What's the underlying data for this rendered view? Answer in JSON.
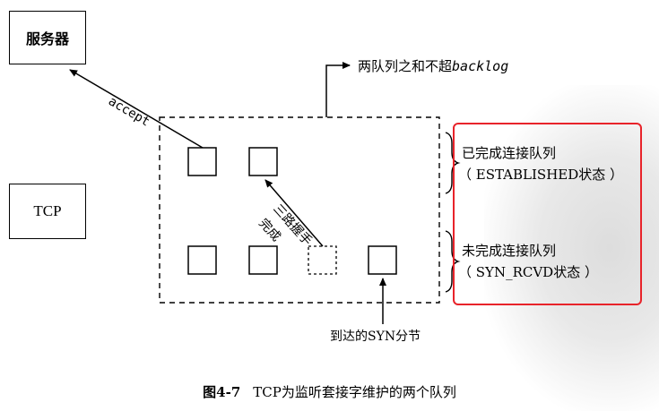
{
  "server_label": "服务器",
  "tcp_label": "TCP",
  "accept_label": "accept",
  "backlog_prefix": "两队列之和不超",
  "backlog_word": "backlog",
  "handshake_label_1": "三路握手",
  "handshake_label_2": "完成",
  "arrive_label": "到达的SYN分节",
  "established_queue": {
    "title": "已完成连接队列",
    "state": "（ ESTABLISHED状态 ）"
  },
  "syn_rcvd_queue": {
    "title": "未完成连接队列",
    "state": "（ SYN_RCVD状态 ）"
  },
  "caption": {
    "number": "图4-7",
    "text": "TCP为监听套接字维护的两个队列"
  },
  "colors": {
    "highlight": "#e8232a",
    "stroke": "#000000"
  }
}
